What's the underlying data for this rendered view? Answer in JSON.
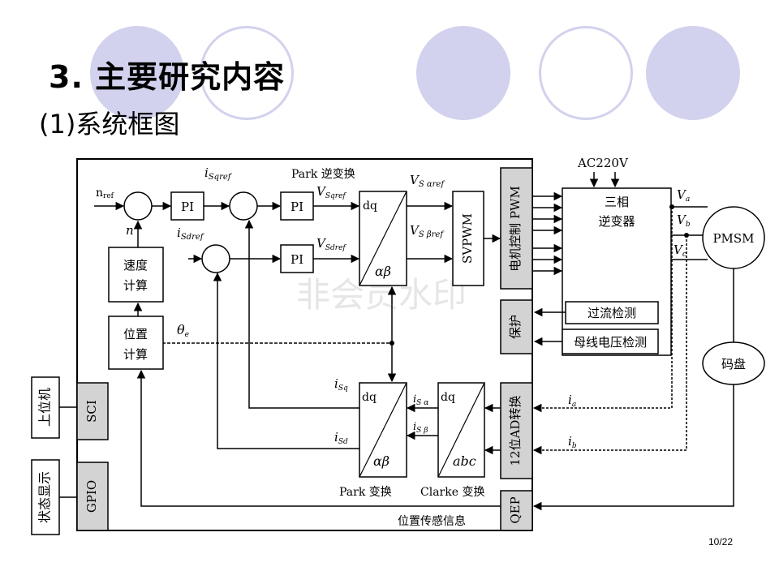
{
  "slide": {
    "title": "3. 主要研究内容",
    "subtitle": "(1)系统框图",
    "page_number": "10/22",
    "watermark": "非会员水印"
  },
  "diagram": {
    "blocks": {
      "pi1": "PI",
      "pi2": "PI",
      "pi3": "PI",
      "speed_calc": [
        "速度",
        "计算"
      ],
      "pos_calc": [
        "位置",
        "计算"
      ],
      "inv_park_top": "dq",
      "inv_park_bottom": "αβ",
      "svpwm": "SVPWM",
      "motor_pwm": "电机控制 PWM",
      "protect": "保护",
      "ad": "12位AD转换",
      "qep": "QEP",
      "sci": "SCI",
      "gpio": "GPIO",
      "host": "上位机",
      "status": "状态显示",
      "inverter": [
        "三相",
        "逆变器"
      ],
      "overcurrent": "过流检测",
      "busvoltage": "母线电压检测",
      "pmsm": "PMSM",
      "encoder": "码盘",
      "park_top": "dq",
      "park_bottom": "αβ",
      "clarke_top": "dq",
      "clarke_bottom": "abc"
    },
    "labels": {
      "n_ref": "n",
      "n_ref_sub": "ref",
      "n": "n",
      "isqref": "i",
      "isqref_sub": "Sqref",
      "isdref": "i",
      "isdref_sub": "Sdref",
      "vsqref": "V",
      "vsqref_sub": "Sqref",
      "vsdref": "V",
      "vsdref_sub": "Sdref",
      "park_inverse": "Park 逆变换",
      "vsalpha": "V",
      "vsalpha_sub": "S αref",
      "vsbeta": "V",
      "vsbeta_sub": "S βref",
      "ac": "AC220V",
      "va": "V",
      "va_sub": "a",
      "vb": "V",
      "vb_sub": "b",
      "vc": "V",
      "vc_sub": "c",
      "theta": "θ",
      "theta_sub": "e",
      "isq": "i",
      "isq_sub": "Sq",
      "isd": "i",
      "isd_sub": "Sd",
      "isa": "i",
      "isa_sub": "S α",
      "isb": "i",
      "isb_sub": "S β",
      "ia": "i",
      "ia_sub": "a",
      "ib": "i",
      "ib_sub": "b",
      "park": "Park 变换",
      "clarke": "Clarke 变换",
      "pos_sensor": "位置传感信息"
    }
  }
}
